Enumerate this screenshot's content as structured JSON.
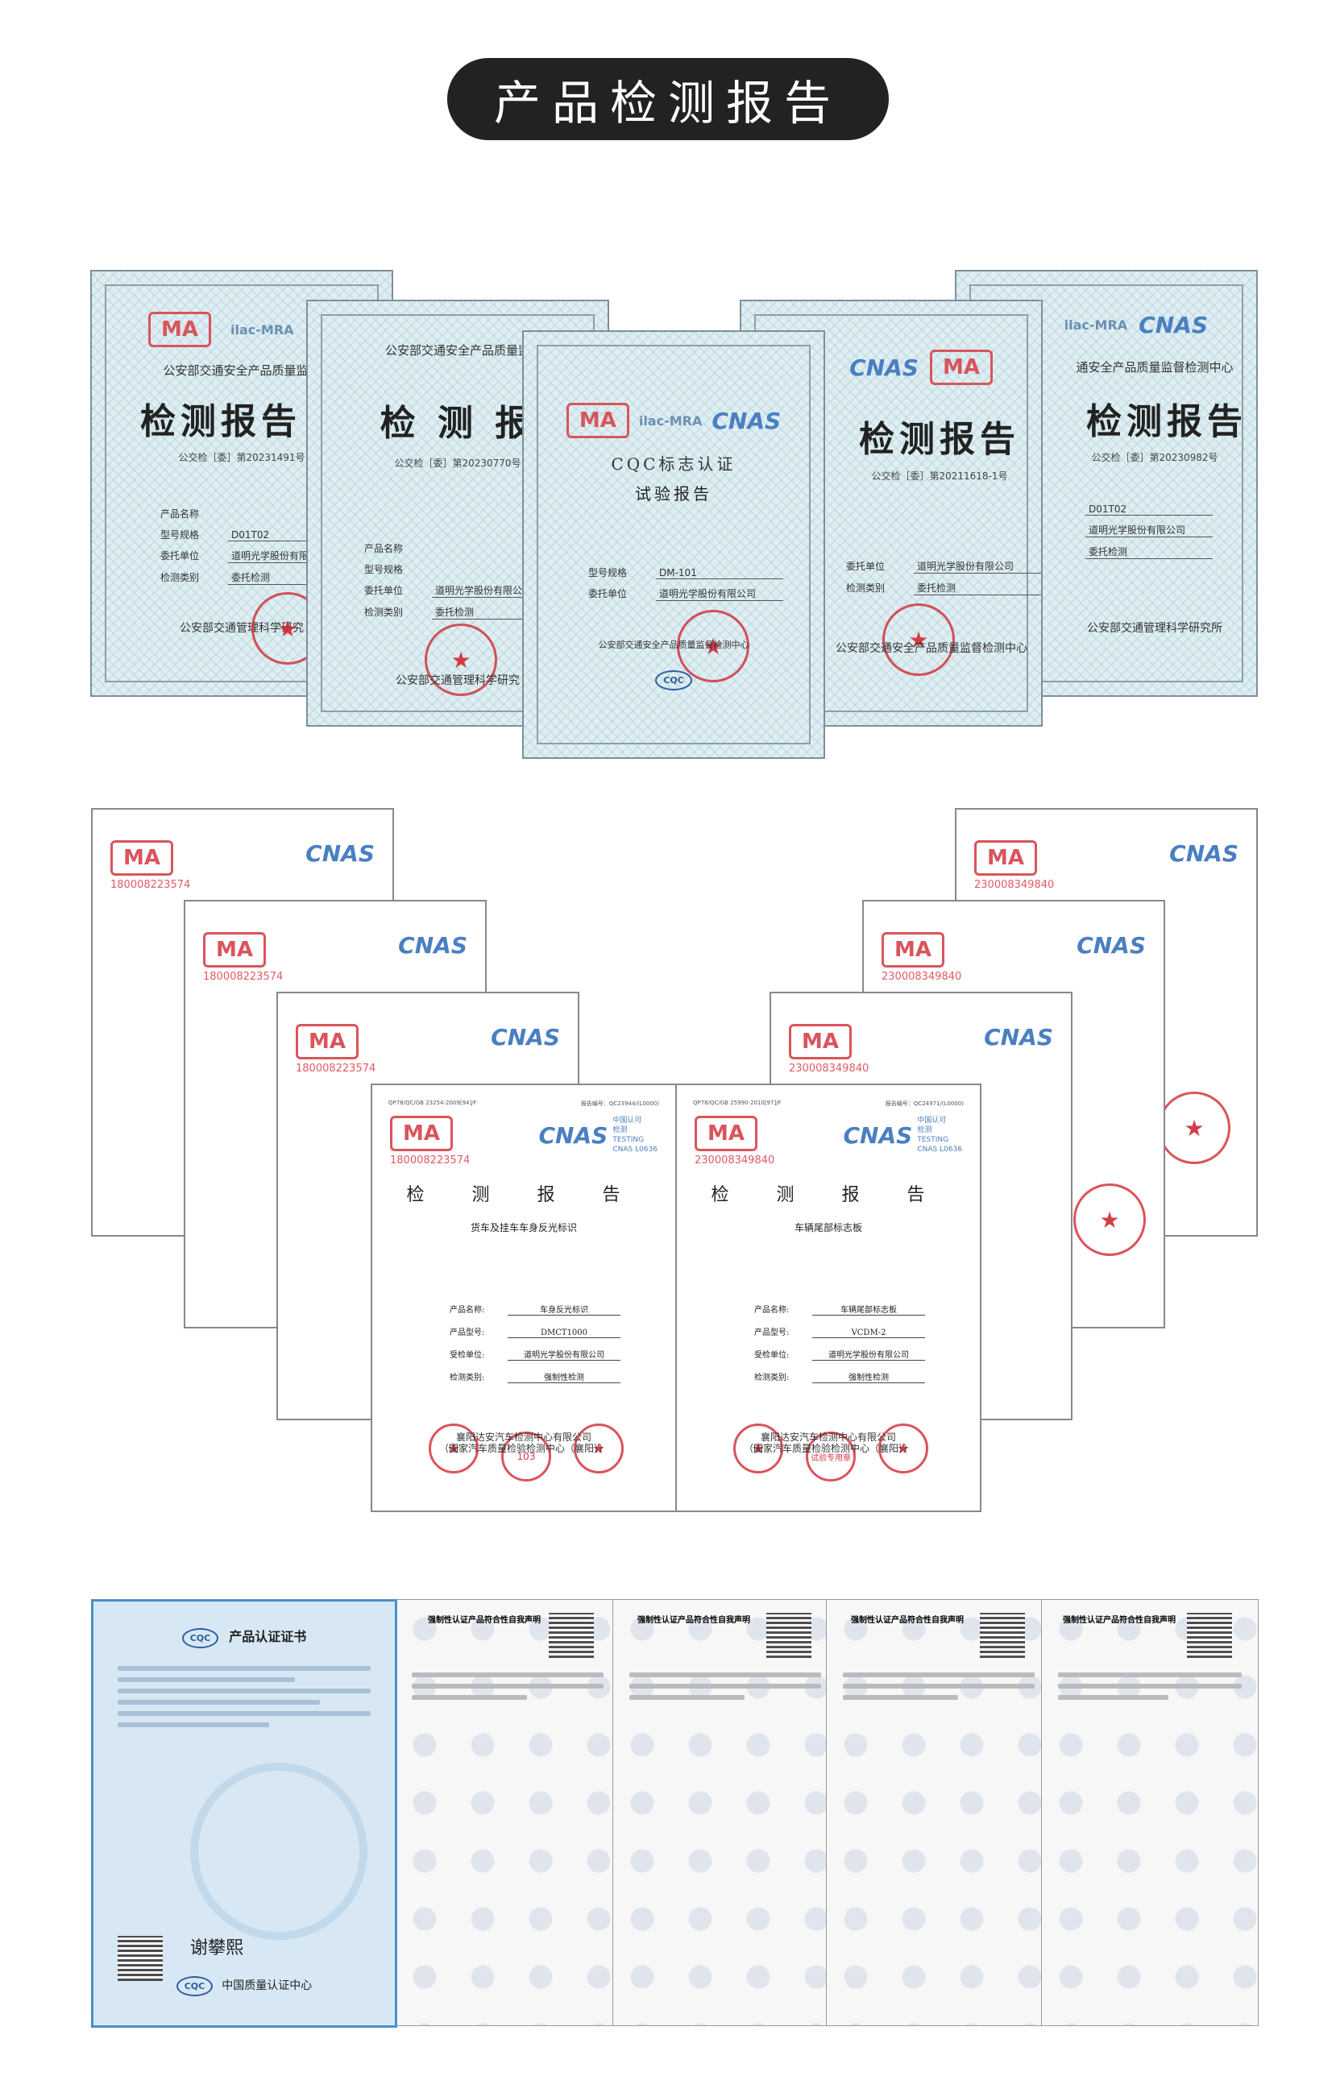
{
  "header": {
    "title": "产品检测报告"
  },
  "teal_reports": [
    {
      "org": "公安部交通安全产品质量监督",
      "title": "检测报告",
      "number": "公交检［委］第20231491号",
      "footer": "公安部交通管理科学研究"
    },
    {
      "org": "公安部交通安全产品质量监",
      "title": "检 测 报",
      "number": "公交检［委］第20230770号",
      "footer": "公安部交通管理科学研究"
    },
    {
      "org": "CQC标志认证",
      "title": "试验报告",
      "number": "",
      "footer": "公安部交通安全产品质量监督检测中心",
      "badge": "CQC"
    },
    {
      "org": "",
      "title": "检测报告",
      "number": "公交检［委］第20211618-1号",
      "footer": "公安部交通安全产品质量监督检测中心"
    },
    {
      "org": "通安全产品质量监督检测中心",
      "title": "检测报告",
      "number": "公交检［委］第20230982号",
      "footer": "公安部交通管理科学研究所"
    }
  ],
  "teal_fields": {
    "product_label": "产品名称",
    "model_label": "型号规格",
    "client_label": "委托单位",
    "type_label": "检测类别",
    "model_value": "D01T02",
    "client_value": "道明光学股份有限公司",
    "type_value": "委托检测",
    "cqc_center_value": "DM-101"
  },
  "white_reports": {
    "ma_codes": [
      "180008223574",
      "230008349840"
    ],
    "cnas_side": [
      "中国认可",
      "检测",
      "TESTING",
      "CNAS L0636"
    ],
    "left_front": {
      "code_line": "QP78/QC/GB 23254-2009[94]/F",
      "report_no": "报告编号：QC23944/(L0000)",
      "title": "检 测 报 告",
      "subtitle": "货车及挂车车身反光标识",
      "fields": [
        {
          "k": "产品名称:",
          "v": "车身反光标识"
        },
        {
          "k": "产品型号:",
          "v": "DMCT1000"
        },
        {
          "k": "受检单位:",
          "v": "道明光学股份有限公司"
        },
        {
          "k": "检测类别:",
          "v": "强制性检测"
        }
      ],
      "footer_lines": [
        "襄阳达安汽车检测中心有限公司",
        "（国家汽车质量检验检测中心（襄阳））"
      ],
      "stamp_text": "103"
    },
    "right_front": {
      "code_line": "QP78/QC/GB 25990-2010[97]/F",
      "report_no": "报告编号：QC24971/(L0000)",
      "title": "检 测 报 告",
      "subtitle": "车辆尾部标志板",
      "fields": [
        {
          "k": "产品名称:",
          "v": "车辆尾部标志板"
        },
        {
          "k": "产品型号:",
          "v": "VCDM-2"
        },
        {
          "k": "受检单位:",
          "v": "道明光学股份有限公司"
        },
        {
          "k": "检测类别:",
          "v": "强制性检测"
        }
      ],
      "footer_lines": [
        "襄阳达安汽车检测中心有限公司",
        "（国家汽车质量检验检测中心（襄阳））"
      ],
      "stamp_text": "试验专用章"
    }
  },
  "certificates": {
    "main": {
      "title": "产品认证证书",
      "org": "中国质量认证中心",
      "logo": "CQC",
      "signature": "谢攀熙"
    },
    "declaration_title": "强制性认证产品符合性自我声明"
  }
}
